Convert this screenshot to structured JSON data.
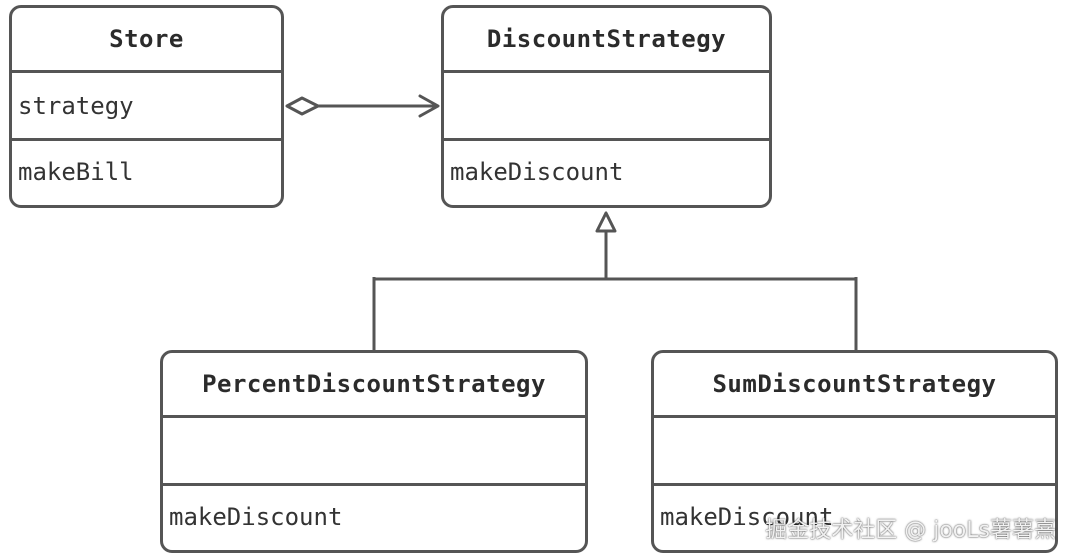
{
  "diagram": {
    "classes": {
      "store": {
        "name": "Store",
        "attribute": "strategy",
        "operation": "makeBill"
      },
      "discount_strategy": {
        "name": "DiscountStrategy",
        "attribute": "",
        "operation": "makeDiscount"
      },
      "percent_discount_strategy": {
        "name": "PercentDiscountStrategy",
        "attribute": "",
        "operation": "makeDiscount"
      },
      "sum_discount_strategy": {
        "name": "SumDiscountStrategy",
        "attribute": "",
        "operation": "makeDiscount"
      }
    },
    "relations": [
      {
        "type": "aggregation",
        "from": "Store",
        "to": "DiscountStrategy"
      },
      {
        "type": "generalization",
        "from": "PercentDiscountStrategy",
        "to": "DiscountStrategy"
      },
      {
        "type": "generalization",
        "from": "SumDiscountStrategy",
        "to": "DiscountStrategy"
      }
    ],
    "colors": {
      "line": "#555555",
      "text": "#2b2b2b",
      "background": "#ffffff"
    }
  },
  "watermark": {
    "text": "掘金技术社区 @ jooLs薯薯熹"
  }
}
